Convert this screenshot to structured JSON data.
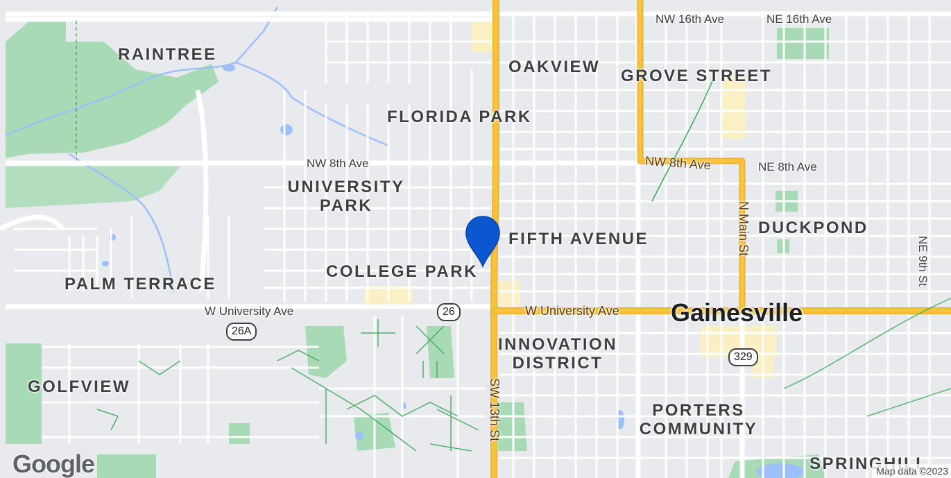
{
  "map": {
    "logo": "Google",
    "attribution": "Map data ©2023",
    "city_label": "Gainesville",
    "neighborhoods": [
      {
        "id": "raintree",
        "lines": [
          "RAINTREE"
        ]
      },
      {
        "id": "oakview",
        "lines": [
          "OAKVIEW"
        ]
      },
      {
        "id": "grove-street",
        "lines": [
          "GROVE STREET"
        ]
      },
      {
        "id": "florida-park",
        "lines": [
          "FLORIDA PARK"
        ]
      },
      {
        "id": "university-park",
        "lines": [
          "UNIVERSITY",
          "PARK"
        ]
      },
      {
        "id": "fifth-avenue",
        "lines": [
          "FIFTH AVENUE"
        ]
      },
      {
        "id": "duckpond",
        "lines": [
          "DUCKPOND"
        ]
      },
      {
        "id": "college-park",
        "lines": [
          "COLLEGE PARK"
        ]
      },
      {
        "id": "palm-terrace",
        "lines": [
          "PALM TERRACE"
        ]
      },
      {
        "id": "innovation-district",
        "lines": [
          "INNOVATION",
          "DISTRICT"
        ]
      },
      {
        "id": "golfview",
        "lines": [
          "GOLFVIEW"
        ]
      },
      {
        "id": "porters-community",
        "lines": [
          "PORTERS",
          "COMMUNITY"
        ]
      },
      {
        "id": "springhill",
        "lines": [
          "SPRINGHILL"
        ]
      }
    ],
    "streets": {
      "nw_16th": "NW 16th Ave",
      "ne_16th": "NE 16th Ave",
      "nw_8th_west": "NW 8th Ave",
      "nw_8th_east": "NW 8th Ave",
      "ne_8th": "NE 8th Ave",
      "w_univ_west": "W University Ave",
      "w_univ_east": "W University Ave",
      "n_main": "N Main St",
      "ne_9th": "NE 9th St",
      "sw_13th": "SW 13th St"
    },
    "shields": {
      "sr26": "26",
      "sr26a": "26A",
      "sr329": "329"
    },
    "marker": {
      "icon": "map-pin-icon",
      "color": "#0b57d0"
    },
    "colors": {
      "land": "#e8eaed",
      "road": "#ffffff",
      "arterial": "#f9c23c",
      "park": "#a8dab5",
      "water": "#9cc0f9",
      "commercial": "#fbefc4"
    }
  }
}
